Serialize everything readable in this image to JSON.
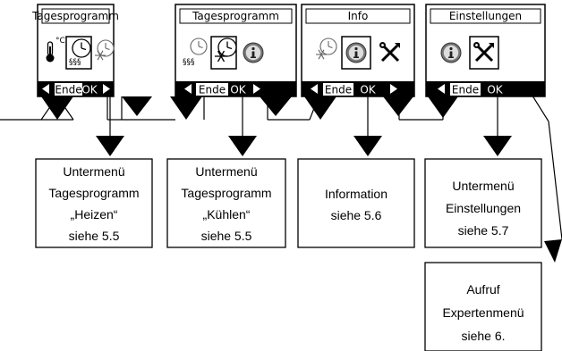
{
  "screens": [
    {
      "title": "Tagesprogramm",
      "ende": "Ende",
      "ok": "OK",
      "icons": [
        "thermometer-icon",
        "heating-clock-icon",
        "cooling-clock-icon"
      ],
      "selected": 1
    },
    {
      "title": "Tagesprogramm",
      "ende": "Ende",
      "ok": "OK",
      "icons": [
        "heating-clock-icon",
        "cooling-clock-icon",
        "info-icon"
      ],
      "selected": 1
    },
    {
      "title": "Info",
      "ende": "Ende",
      "ok": "OK",
      "icons": [
        "cooling-clock-icon",
        "info-icon",
        "tools-icon"
      ],
      "selected": 1
    },
    {
      "title": "Einstellungen",
      "ende": "Ende",
      "ok": "OK",
      "icons": [
        "info-icon",
        "tools-icon"
      ],
      "selected": 1
    }
  ],
  "degree_symbol": "°C",
  "heat_symbol": "§§§",
  "boxes": [
    {
      "lines": [
        "Untermenü",
        "Tagesprogramm",
        "„Heizen“",
        "siehe 5.5"
      ]
    },
    {
      "lines": [
        "Untermenü",
        "Tagesprogramm",
        "„Kühlen“",
        "siehe 5.5"
      ]
    },
    {
      "lines": [
        "Information",
        "siehe 5.6"
      ]
    },
    {
      "lines": [
        "Untermenü",
        "Einstellungen",
        "siehe 5.7"
      ]
    },
    {
      "lines": [
        "Aufruf",
        "Expertenmenü",
        "siehe 6."
      ]
    }
  ]
}
